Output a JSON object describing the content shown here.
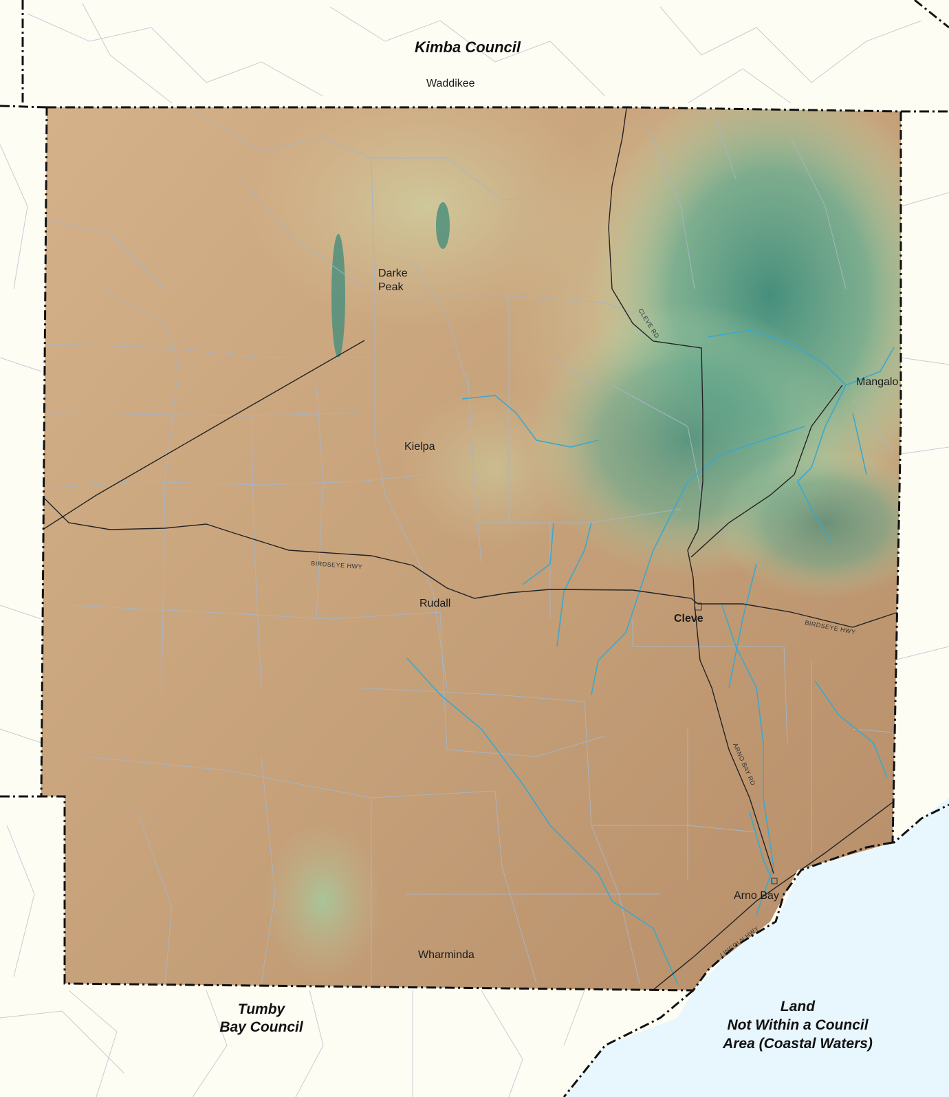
{
  "regions": {
    "north": "Kimba Council",
    "south_line1": "Tumby",
    "south_line2": "Bay Council",
    "coast_line1": "Land",
    "coast_line2": "Not Within a Council",
    "coast_line3": "Area (Coastal Waters)"
  },
  "places": {
    "waddikee": "Waddikee",
    "darke_line1": "Darke",
    "darke_line2": "Peak",
    "kielpa": "Kielpa",
    "mangalo": "Mangalo",
    "rudall": "Rudall",
    "cleve": "Cleve",
    "arno_bay": "Arno Bay",
    "wharminda": "Wharminda"
  },
  "roads": {
    "birdseye_west": "BIRDSEYE HWY",
    "birdseye_east": "BIRDSEYE HWY",
    "cleve_rd": "CLEVE RD",
    "arno_bay_rd": "ARNO BAY RD",
    "lincoln_hwy": "LINCOLN HWY"
  },
  "colors": {
    "background": "#fdfdf4",
    "sea": "#e8f6fd",
    "lowland": "#c9a27a",
    "highland": "#5f9e8c",
    "river": "#3aa8cf",
    "minor_road": "#a9b4c2",
    "highway": "#222222",
    "boundary": "#111111"
  }
}
